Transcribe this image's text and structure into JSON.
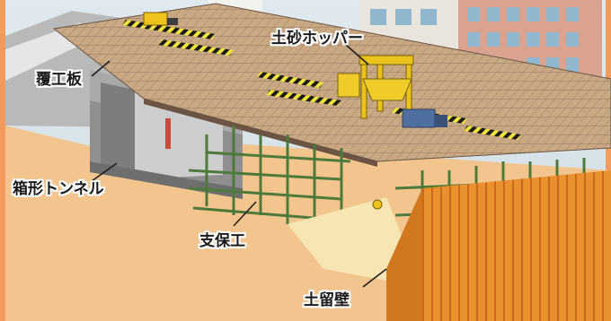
{
  "labels": {
    "cover_slab": "覆工板",
    "box_tunnel": "箱形トンネル",
    "hopper": "土砂ホッパー",
    "support": "支保工",
    "retaining_wall": "土留壁"
  }
}
